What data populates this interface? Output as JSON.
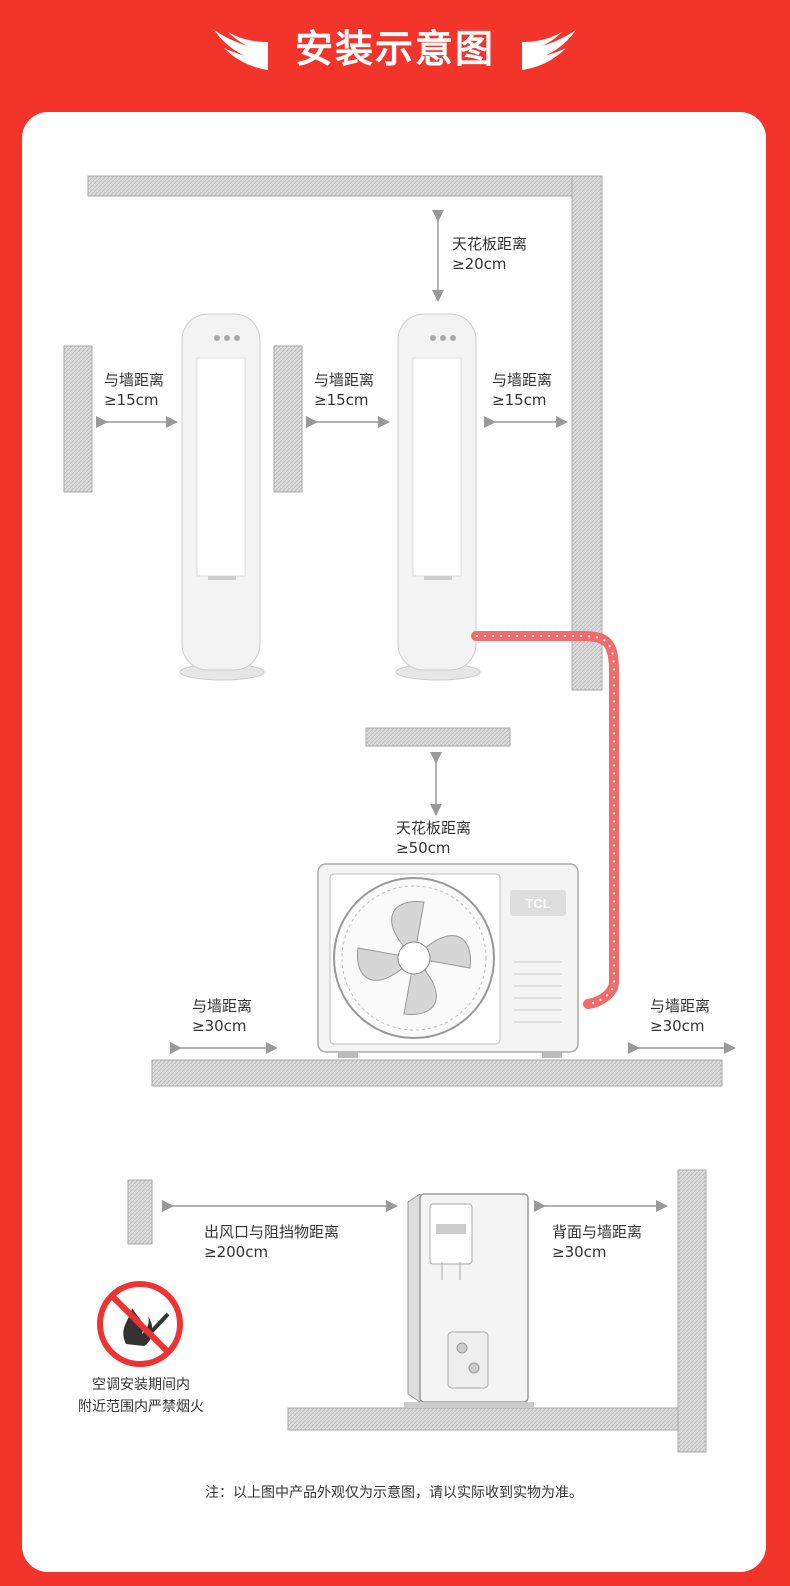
{
  "header": {
    "title": "安装示意图"
  },
  "labels": {
    "ceiling_indoor": [
      "天花板距离",
      "≥20cm"
    ],
    "wall_left_1": [
      "与墙距离",
      "≥15cm"
    ],
    "wall_mid": [
      "与墙距离",
      "≥15cm"
    ],
    "wall_right": [
      "与墙距离",
      "≥15cm"
    ],
    "ceiling_outdoor": [
      "天花板距离",
      "≥50cm"
    ],
    "wall_outdoor_left": [
      "与墙距离",
      "≥30cm"
    ],
    "wall_outdoor_right": [
      "与墙距离",
      "≥30cm"
    ],
    "outlet_obstacle": [
      "出风口与阻挡物距离",
      "≥200cm"
    ],
    "back_wall": [
      "背面与墙距离",
      "≥30cm"
    ]
  },
  "brand": "TCL",
  "warning": [
    "空调安装期间内",
    "附近范围内严禁烟火"
  ],
  "footnote": "注：以上图中产品外观仅为示意图，请以实际收到实物为准。"
}
